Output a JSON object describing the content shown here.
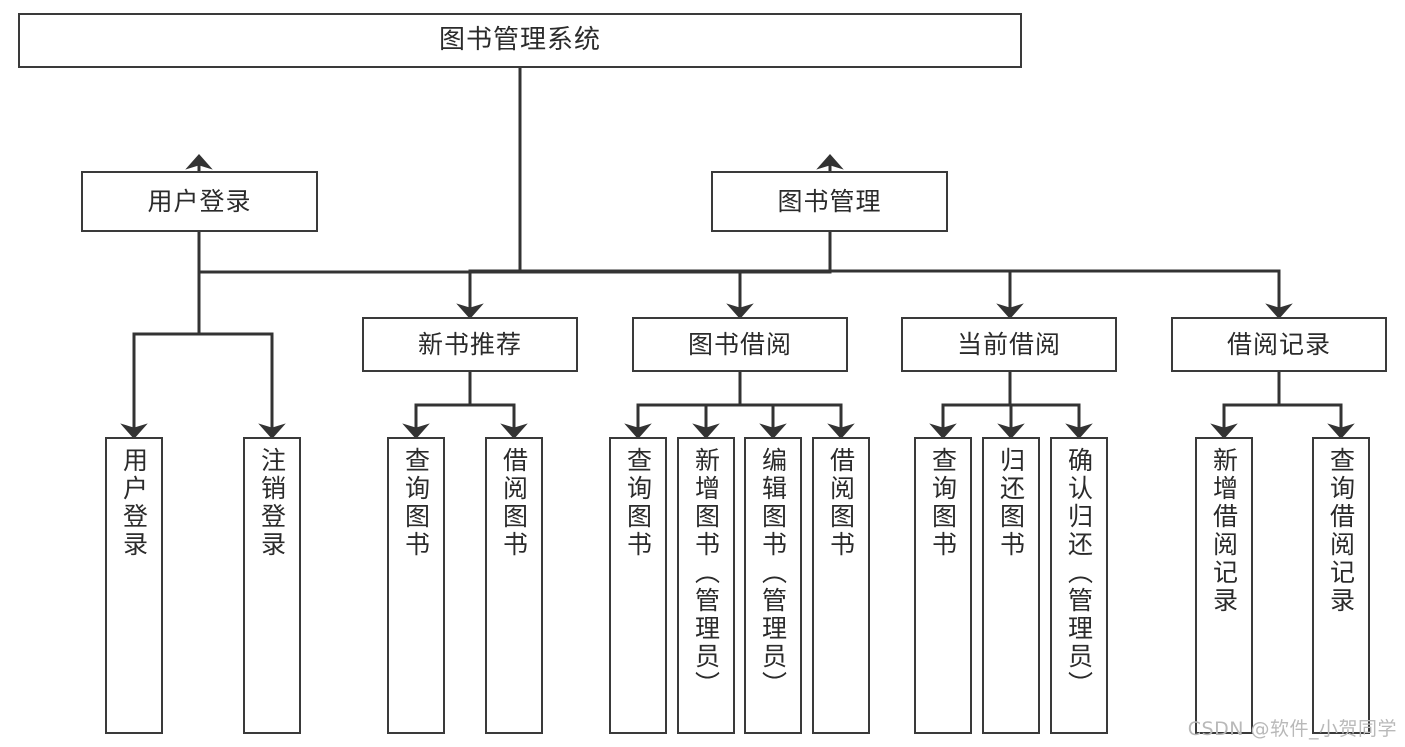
{
  "diagram": {
    "title": "图书管理系统",
    "type": "tree-hierarchy-chart",
    "watermark": "CSDN @软件_小贺同学",
    "root": {
      "id": "root",
      "label": "图书管理系统"
    },
    "level2": [
      {
        "id": "user-login",
        "label": "用户登录"
      },
      {
        "id": "book-management",
        "label": "图书管理"
      }
    ],
    "level3": [
      {
        "id": "new-book-recommend",
        "label": "新书推荐",
        "parent": "book-management"
      },
      {
        "id": "book-borrow",
        "label": "图书借阅",
        "parent": "book-management"
      },
      {
        "id": "current-borrow",
        "label": "当前借阅",
        "parent": "book-management"
      },
      {
        "id": "borrow-record",
        "label": "借阅记录",
        "parent": "book-management"
      }
    ],
    "leaves": {
      "user-login": [
        {
          "id": "leaf-user-login",
          "label": "用户登录"
        },
        {
          "id": "leaf-user-logout",
          "label": "注销登录"
        }
      ],
      "new-book-recommend": [
        {
          "id": "leaf-query-book-1",
          "label": "查询图书"
        },
        {
          "id": "leaf-borrow-book-1",
          "label": "借阅图书"
        }
      ],
      "book-borrow": [
        {
          "id": "leaf-query-book-2",
          "label": "查询图书"
        },
        {
          "id": "leaf-add-book",
          "label": "新增图书（管理员）"
        },
        {
          "id": "leaf-edit-book",
          "label": "编辑图书（管理员）"
        },
        {
          "id": "leaf-borrow-book-2",
          "label": "借阅图书"
        }
      ],
      "current-borrow": [
        {
          "id": "leaf-query-book-3",
          "label": "查询图书"
        },
        {
          "id": "leaf-return-book",
          "label": "归还图书"
        },
        {
          "id": "leaf-confirm-return",
          "label": "确认归还（管理员）"
        }
      ],
      "borrow-record": [
        {
          "id": "leaf-add-record",
          "label": "新增借阅记录"
        },
        {
          "id": "leaf-query-record",
          "label": "查询借阅记录"
        }
      ]
    },
    "colors": {
      "node_border": "#3a3a3a",
      "node_fill": "#ffffff",
      "edge": "#333333",
      "text": "#2b2b2b",
      "watermark": "#b9b9b9",
      "background": "#ffffff"
    }
  }
}
